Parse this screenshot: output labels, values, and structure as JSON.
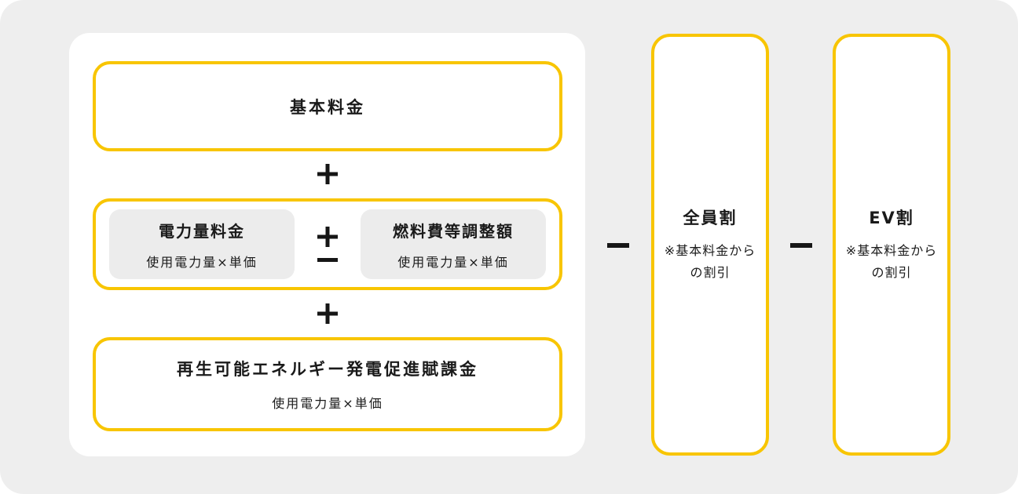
{
  "colors": {
    "accent_yellow": "#f8c500",
    "canvas_background": "#eeeeee",
    "panel_background": "#ffffff",
    "chip_gray": "#ececec",
    "text": "#1a1a1a"
  },
  "formula": {
    "basic_fee": {
      "title": "基本料金"
    },
    "operator_after_basic": "+",
    "usage_row": {
      "energy_charge": {
        "title": "電力量料金",
        "formula": "使用電力量×単価"
      },
      "operator": "±",
      "fuel_adjustment": {
        "title": "燃料費等調整額",
        "formula": "使用電力量×単価"
      }
    },
    "operator_after_usage": "+",
    "renewable_levy": {
      "title": "再生可能エネルギー発電促進賦課金",
      "formula": "使用電力量×単価"
    }
  },
  "operator_before_card_1": "−",
  "operator_before_card_2": "−",
  "discount_cards": [
    {
      "title": "全員割",
      "note_lines": [
        "※基本料金から",
        "の割引"
      ]
    },
    {
      "title": "EV割",
      "note_lines": [
        "※基本料金から",
        "の割引"
      ]
    }
  ]
}
